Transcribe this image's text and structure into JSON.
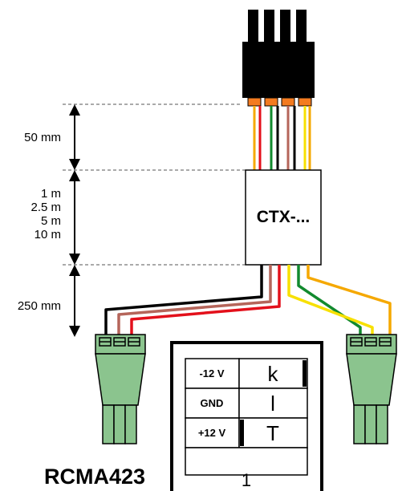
{
  "dimensions": {
    "top_length": "50 mm",
    "cable_lengths": [
      "1 m",
      "2.5 m",
      "5 m",
      "10 m"
    ],
    "bottom_length": "250 mm"
  },
  "module_label": "CTX-...",
  "pinout_table": {
    "rows": [
      {
        "label": "-12 V",
        "symbol": "k"
      },
      {
        "label": "GND",
        "symbol": "l"
      },
      {
        "label": "+12 V",
        "symbol": "T"
      }
    ],
    "footer": "1"
  },
  "product_name": "RCMA423",
  "wire_colors": {
    "orange": "#f5a800",
    "red": "#e3101b",
    "green": "#128a2e",
    "black": "#000000",
    "yellow": "#f7e000",
    "brown": "#b5655a",
    "connector_green": "#8bc48e",
    "connector_tip": "#f37b20"
  }
}
